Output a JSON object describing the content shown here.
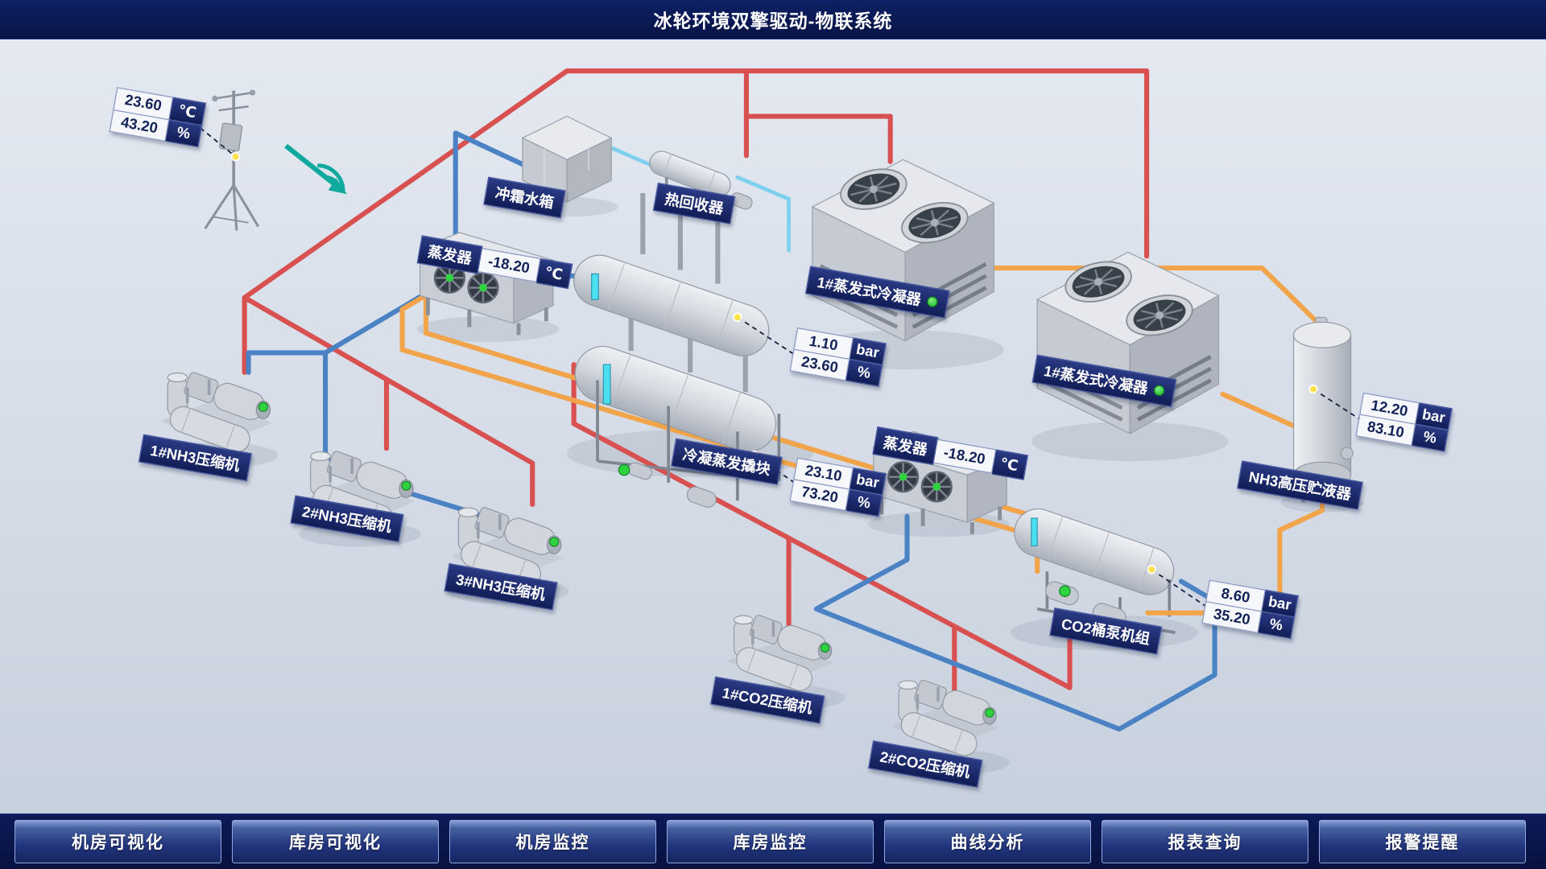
{
  "header": {
    "title": "冰轮环境双擎驱动-物联系统"
  },
  "weather": {
    "temperature": "23.60",
    "temperature_unit": "℃",
    "humidity": "43.20",
    "humidity_unit": "%"
  },
  "equipment": {
    "defrost_tank": {
      "label": "冲霜水箱"
    },
    "heat_recovery": {
      "label": "热回收器"
    },
    "evaporator_1": {
      "label": "蒸发器",
      "temperature": "-18.20",
      "temperature_unit": "℃"
    },
    "evaporator_2": {
      "label": "蒸发器",
      "temperature": "-18.20",
      "temperature_unit": "℃"
    },
    "evap_condenser_1": {
      "label": "1#蒸发式冷凝器"
    },
    "evap_condenser_2": {
      "label": "1#蒸发式冷凝器"
    },
    "separator_vessel": {
      "pressure": "1.10",
      "pressure_unit": "bar",
      "level": "23.60",
      "level_unit": "%"
    },
    "condensing_skid": {
      "label": "冷凝蒸发撬块",
      "pressure": "23.10",
      "pressure_unit": "bar",
      "level": "73.20",
      "level_unit": "%"
    },
    "nh3_receiver": {
      "label": "NH3高压贮液器",
      "pressure": "12.20",
      "pressure_unit": "bar",
      "level": "83.10",
      "level_unit": "%"
    },
    "co2_pump_unit": {
      "label": "CO2桶泵机组",
      "pressure": "8.60",
      "pressure_unit": "bar",
      "level": "35.20",
      "level_unit": "%"
    },
    "nh3_compressor_1": {
      "label": "1#NH3压缩机"
    },
    "nh3_compressor_2": {
      "label": "2#NH3压缩机"
    },
    "nh3_compressor_3": {
      "label": "3#NH3压缩机"
    },
    "co2_compressor_1": {
      "label": "1#CO2压缩机"
    },
    "co2_compressor_2": {
      "label": "2#CO2压缩机"
    }
  },
  "nav": {
    "buttons": [
      {
        "label": "机房可视化"
      },
      {
        "label": "库房可视化"
      },
      {
        "label": "机房监控"
      },
      {
        "label": "库房监控"
      },
      {
        "label": "曲线分析"
      },
      {
        "label": "报表查询"
      },
      {
        "label": "报警提醒"
      }
    ]
  },
  "colors": {
    "header_bg": "#0a1754",
    "hot_pipe": "#d85050",
    "cold_pipe": "#4a82c4",
    "liquid_pipe": "#f2a44a",
    "water_pipe": "#7fd0ee",
    "status_ok": "#2fd23f",
    "sensor_dot": "#ffe24a",
    "label_bg": "#16245e"
  },
  "icons": {
    "wifi": "wifi-arrow-icon",
    "status_dot": "green-status-dot",
    "sensor_point": "yellow-sensor-dot"
  }
}
